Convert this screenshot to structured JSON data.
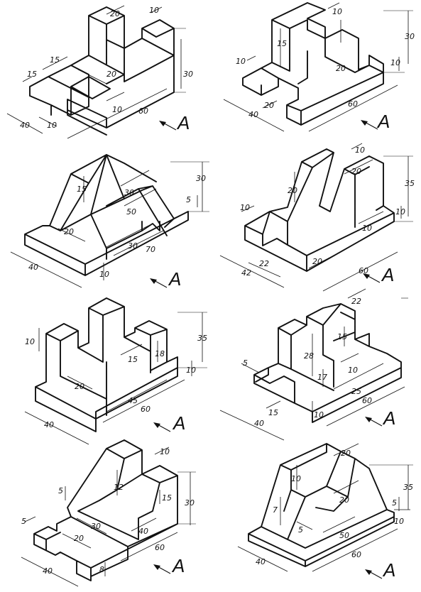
{
  "view_label": "A",
  "panels": [
    {
      "id": "p1",
      "dims": [
        "20",
        "10",
        "15",
        "15",
        "20",
        "10",
        "30",
        "40",
        "10",
        "60"
      ]
    },
    {
      "id": "p2",
      "dims": [
        "10",
        "30",
        "15",
        "10",
        "20",
        "10",
        "40",
        "20",
        "60"
      ]
    },
    {
      "id": "p3",
      "dims": [
        "15",
        "30",
        "50",
        "20",
        "30",
        "5",
        "40",
        "10",
        "70",
        "30"
      ]
    },
    {
      "id": "p4",
      "dims": [
        "10",
        "20",
        "20",
        "35",
        "10",
        "10",
        "10",
        "22",
        "42",
        "20",
        "60"
      ]
    },
    {
      "id": "p5",
      "dims": [
        "10",
        "18",
        "15",
        "20",
        "45",
        "35",
        "10",
        "40",
        "60"
      ]
    },
    {
      "id": "p6",
      "dims": [
        "22",
        "15",
        "28",
        "17",
        "10",
        "25",
        "5",
        "15",
        "40",
        "10",
        "60"
      ]
    },
    {
      "id": "p7",
      "dims": [
        "10",
        "12",
        "5",
        "15",
        "30",
        "30",
        "5",
        "20",
        "40",
        "60",
        "40",
        "8"
      ]
    },
    {
      "id": "p8",
      "dims": [
        "20",
        "10",
        "35",
        "20",
        "7",
        "5",
        "5",
        "10",
        "50",
        "40",
        "60"
      ]
    }
  ]
}
